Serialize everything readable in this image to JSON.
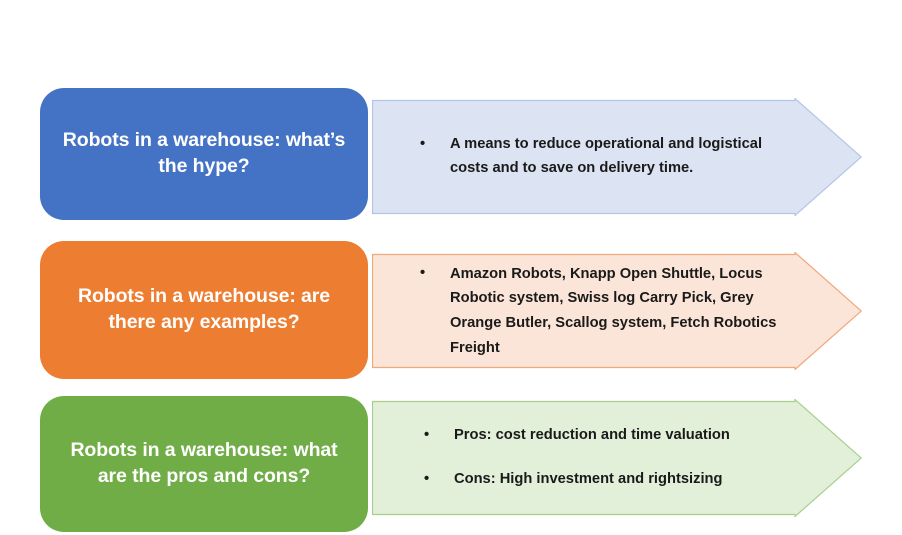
{
  "diagram": {
    "type": "three-row-process-arrows",
    "rows": [
      {
        "id": "row-1",
        "accent_color": "#4472C4",
        "arrow_fill": "#DCE3F2",
        "arrow_border": "#B4C5E7",
        "label": "Robots in a warehouse: what’s the hype?",
        "bullets": [
          "A means to reduce operational and logistical costs and to save on delivery time."
        ]
      },
      {
        "id": "row-2",
        "accent_color": "#ED7D31",
        "arrow_fill": "#FBE5D8",
        "arrow_border": "#F0A877",
        "label": "Robots in a warehouse: are there any examples?",
        "bullets": [
          "Amazon Robots, Knapp Open Shuttle, Locus Robotic system, Swiss log Carry Pick, Grey Orange Butler, Scallog system, Fetch Robotics Freight"
        ]
      },
      {
        "id": "row-3",
        "accent_color": "#70AD47",
        "arrow_fill": "#E2EFD9",
        "arrow_border": "#A8D08D",
        "label": "Robots in a warehouse: what are the pros and cons?",
        "bullets": [
          "Pros: cost reduction and time valuation",
          "Cons: High investment and rightsizing"
        ]
      }
    ],
    "bullet_glyph": "•"
  }
}
